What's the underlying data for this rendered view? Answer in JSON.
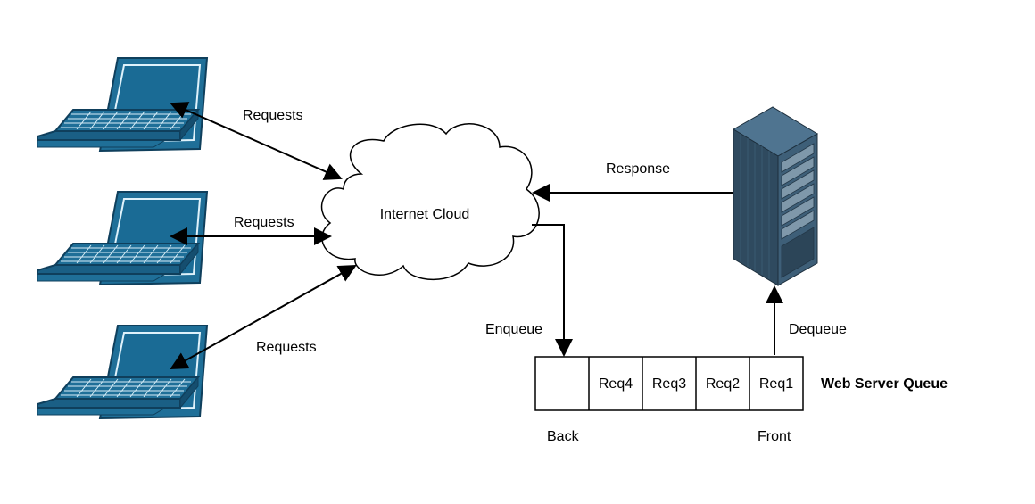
{
  "labels": {
    "requests_top": "Requests",
    "requests_middle": "Requests",
    "requests_bottom": "Requests",
    "cloud": "Internet Cloud",
    "response": "Response",
    "enqueue": "Enqueue",
    "dequeue": "Dequeue",
    "queue_title": "Web Server Queue",
    "back": "Back",
    "front": "Front"
  },
  "queue": {
    "cells": [
      "",
      "Req4",
      "Req3",
      "Req2",
      "Req1"
    ]
  },
  "colors": {
    "laptop_fill": "#1f6f98",
    "laptop_dark": "#0f3f5c",
    "laptop_screen": "#1a6b95",
    "server_body": "#2f4a5f",
    "server_front": "#3e5f78",
    "server_top": "#4f7490",
    "line": "#000000"
  },
  "icons": {
    "client": "laptop-icon",
    "cloud": "cloud-icon",
    "server": "server-rack-icon"
  }
}
